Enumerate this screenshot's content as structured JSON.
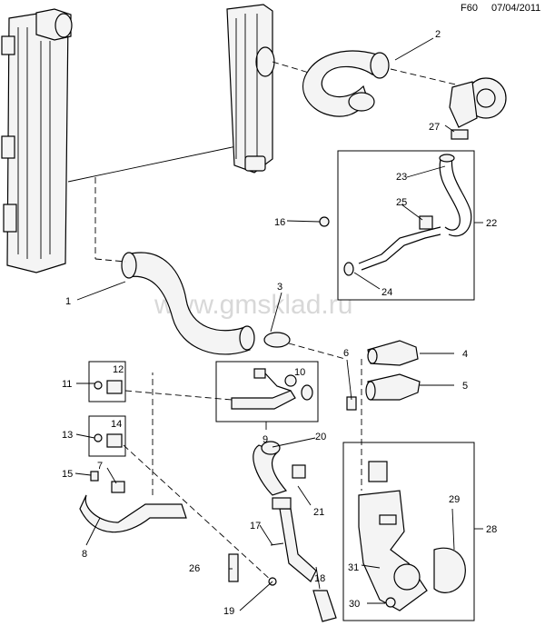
{
  "header": {
    "code": "F60",
    "date": "07/04/2011"
  },
  "watermark": "www.gmsklad.ru",
  "callouts": {
    "c1": "1",
    "c2": "2",
    "c3": "3",
    "c4": "4",
    "c5": "5",
    "c6": "6",
    "c7": "7",
    "c8": "8",
    "c9": "9",
    "c10": "10",
    "c11": "11",
    "c12": "12",
    "c13": "13",
    "c14": "14",
    "c15": "15",
    "c16": "16",
    "c17": "17",
    "c18": "18",
    "c19": "19",
    "c20": "20",
    "c21": "21",
    "c22": "22",
    "c23": "23",
    "c24": "24",
    "c25": "25",
    "c26": "26",
    "c27": "27",
    "c28": "28",
    "c29": "29",
    "c30": "30",
    "c31": "31"
  }
}
